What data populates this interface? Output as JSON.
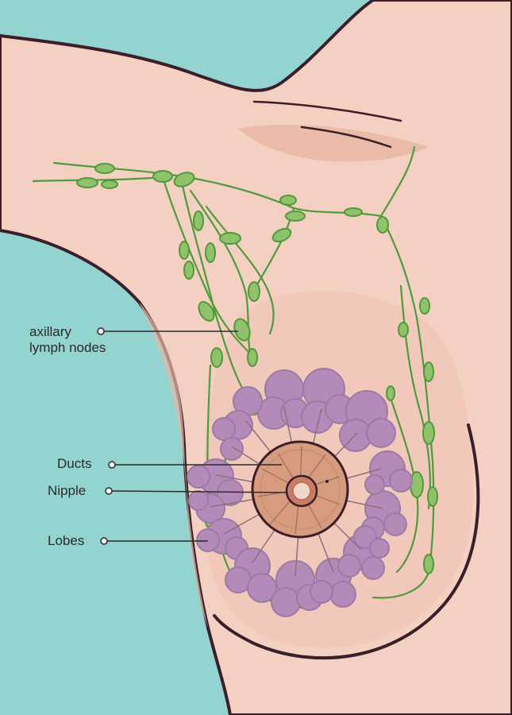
{
  "labels": {
    "axillary_line1": "axillary",
    "axillary_line2": "lymph nodes",
    "ducts": "Ducts",
    "nipple": "Nipple",
    "lobes": "Lobes"
  },
  "colors": {
    "background_teal": "#93d3d0",
    "skin": "#f3d0c2",
    "skin_shade": "#e9b8a6",
    "outline": "#3a1f2a",
    "lobe_fill": "#b48ab8",
    "lobe_stroke": "#9b7aa6",
    "lymph_vessel": "#4f9a3a",
    "lymph_node": "#8fc26a",
    "areola": "#d79c7f",
    "nipple": "#c97b66",
    "label_text": "#2b2b2b"
  },
  "icons": [
    "lymph-node-shape",
    "lobe-cluster-shape",
    "callout-dot"
  ]
}
